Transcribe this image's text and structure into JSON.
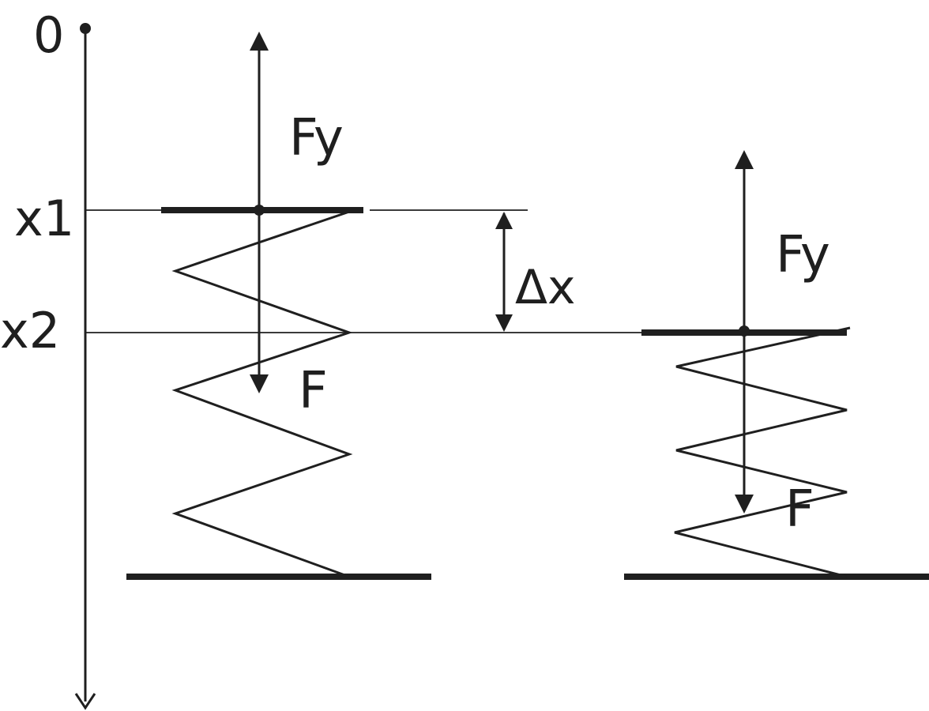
{
  "labels": {
    "origin": "0",
    "x1": "x1",
    "x2": "x2",
    "delta": "Δx",
    "spring_left_up_force": "Fy",
    "spring_left_down_force": "F",
    "spring_right_up_force": "Fy",
    "spring_right_down_force": "F"
  },
  "colors": {
    "ink": "#1f1f1f",
    "background": "#ffffff"
  }
}
